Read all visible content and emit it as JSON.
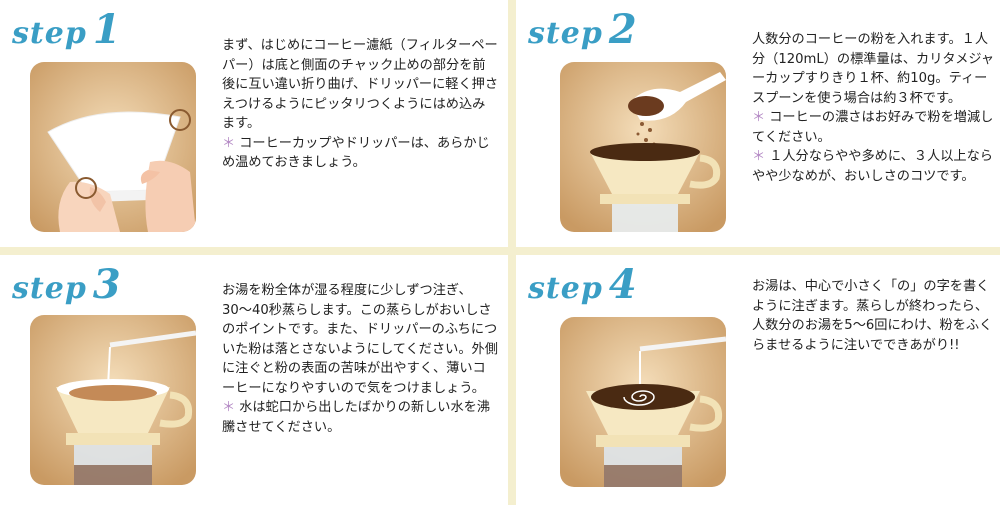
{
  "steps": [
    {
      "word": "step",
      "num": "1",
      "paragraphs": [
        "まず、はじめにコーヒー濾紙（フィルターペーパー）は底と側面のチャック止めの部分を前後に互い違い折り曲げ、ドリッパーに軽く押さえつけるようにピッタリつくようにはめ込みます。"
      ],
      "notes": [
        "コーヒーカップやドリッパーは、あらかじめ温めておきましょう。"
      ]
    },
    {
      "word": "step",
      "num": "2",
      "paragraphs": [
        "人数分のコーヒーの粉を入れます。１人分（120mL）の標準量は、カリタメジャーカップすりきり１杯、約10g。ティースプーンを使う場合は約３杯です。"
      ],
      "notes": [
        "コーヒーの濃さはお好みで粉を増減してください。",
        "１人分ならやや多めに、３人以上ならやや少なめが、おいしさのコツです。"
      ]
    },
    {
      "word": "step",
      "num": "3",
      "paragraphs": [
        "お湯を粉全体が湿る程度に少しずつ注ぎ、30〜40秒蒸らします。この蒸らしがおいしさのポイントです。また、ドリッパーのふちについた粉は落とさないようにしてください。外側に注ぐと粉の表面の苦味が出やすく、薄いコーヒーになりやすいので気をつけましょう。"
      ],
      "notes": [
        "水は蛇口から出したばかりの新しい水を沸騰させてください。"
      ]
    },
    {
      "word": "step",
      "num": "4",
      "paragraphs": [
        "お湯は、中心で小さく「の」の字を書くように注ぎます。蒸らしが終わったら、人数分のお湯を5〜6回にわけ、粉をふくらませるように注いでできあがり!!"
      ],
      "notes": []
    }
  ],
  "note_mark": "＊",
  "colors": {
    "title": "#3a9ec5",
    "note_mark": "#b388c4",
    "background": "#f4efcf"
  }
}
